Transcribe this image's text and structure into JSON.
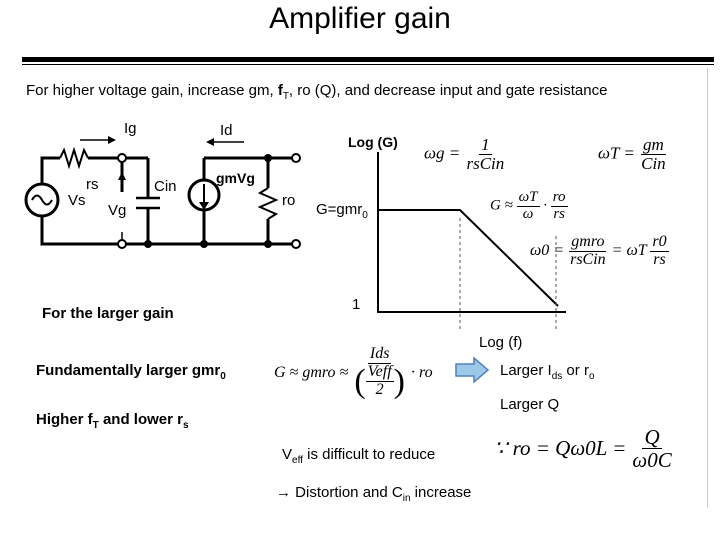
{
  "title": "Amplifier gain",
  "intro": {
    "a": "For higher voltage gain, increase gm, ",
    "f": "f",
    "T": "T",
    "b": ", ro (Q), and decrease input and gate resistance"
  },
  "circuit": {
    "Ig": "Ig",
    "Id": "Id",
    "rs": "rs",
    "Vs": "Vs",
    "Vg": "Vg",
    "Cin": "Cin",
    "gmVg": "gmVg",
    "ro": "ro"
  },
  "bode": {
    "ylabel": "Log (G)",
    "xlabel": "Log (f)",
    "gain_label": "G=gmr",
    "gain_sub": "0",
    "one": "1"
  },
  "eq": {
    "omega_g_lhs": "ωg =",
    "omega_g_num": "1",
    "omega_g_den": "rsCin",
    "omega_T_lhs": "ωT =",
    "omega_T_num": "gm",
    "omega_T_den": "Cin",
    "G_lhs": "G ≈",
    "G_f1_num": "ωT",
    "G_f1_den": "ω",
    "G_dot": "·",
    "G_f2_num": "ro",
    "G_f2_den": "rs",
    "w0_lhs": "ω0 =",
    "w0_f1_num": "gmro",
    "w0_f1_den": "rsCin",
    "w0_mid": "= ωT",
    "w0_f2_num": "r0",
    "w0_f2_den": "rs",
    "big_lhs": "G ≈ gmro ≈",
    "big_num": "Ids",
    "big_den_num": "Veff",
    "big_den_den": "2",
    "big_tail": "· ro",
    "q_eq": "∵ ro = Qω0L =",
    "q_num": "Q",
    "q_den": "ω0C"
  },
  "notes": {
    "larger_gain": "For the larger gain",
    "fund_a": "Fundamentally larger gmr",
    "fund_sub": "0",
    "higher_a": "Higher f",
    "higher_T": "T",
    "higher_b": " and lower r",
    "higher_s": "s",
    "res1_a": "Larger I",
    "res1_ds": "ds",
    "res1_b": " or r",
    "res1_o": "o",
    "res2": "Larger Q",
    "veff_V": "V",
    "veff_sub": "eff",
    "veff_rest": " is difficult to reduce",
    "dist_arrow": "→",
    "dist_a": " Distortion and C",
    "dist_sub": "in",
    "dist_b": " increase"
  },
  "colors": {
    "arrow_fill": "#9cc9e8",
    "arrow_stroke": "#4f81bd",
    "dashed": "#555555"
  }
}
